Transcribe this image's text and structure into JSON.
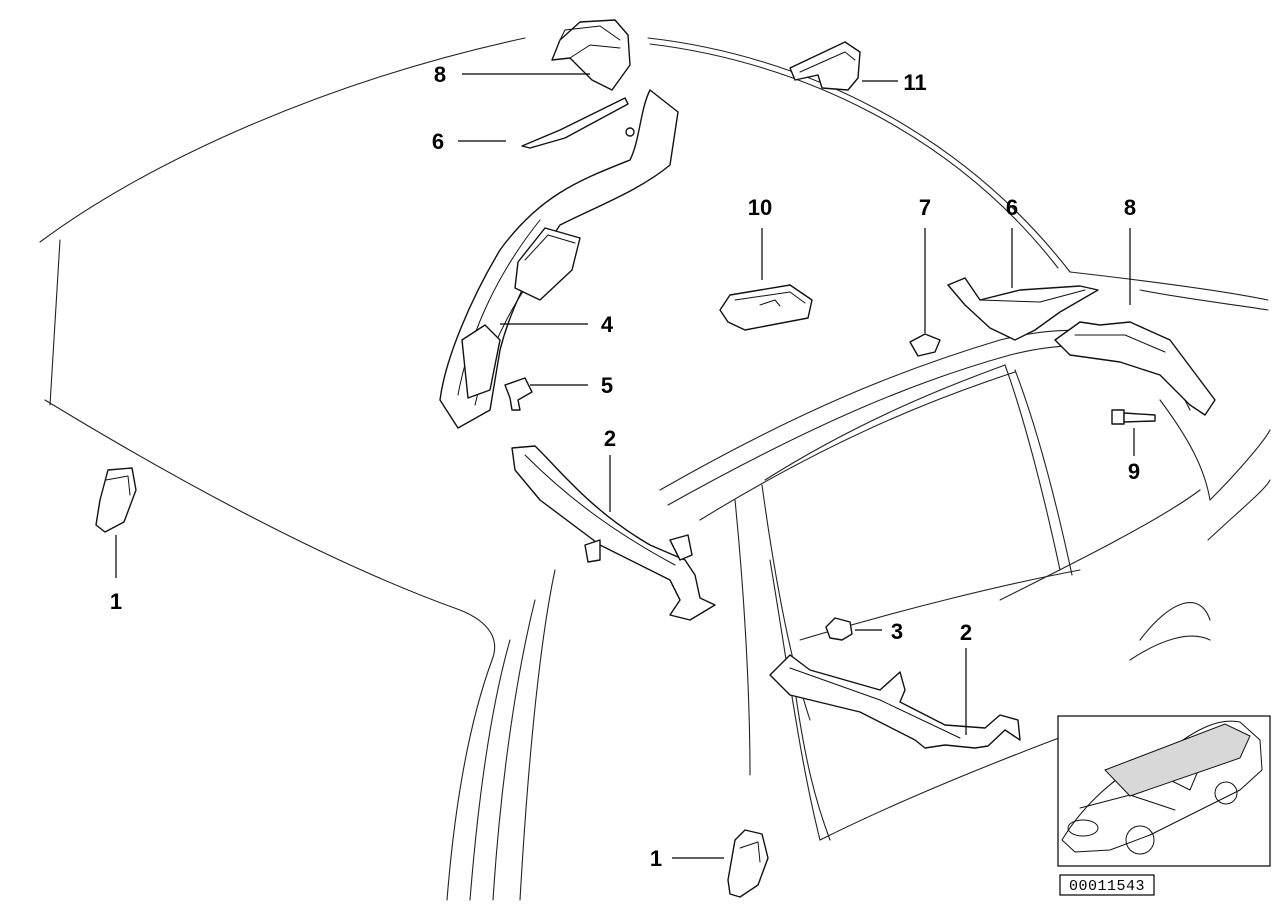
{
  "callouts": {
    "c8_top": "8",
    "c11": "11",
    "c6_left": "6",
    "c10": "10",
    "c7": "7",
    "c6_right": "6",
    "c8_right": "8",
    "c4": "4",
    "c5": "5",
    "c2_mid": "2",
    "c9": "9",
    "c1_left": "1",
    "c3": "3",
    "c2_low": "2",
    "c1_bottom": "1"
  },
  "reference_number": "00011543"
}
